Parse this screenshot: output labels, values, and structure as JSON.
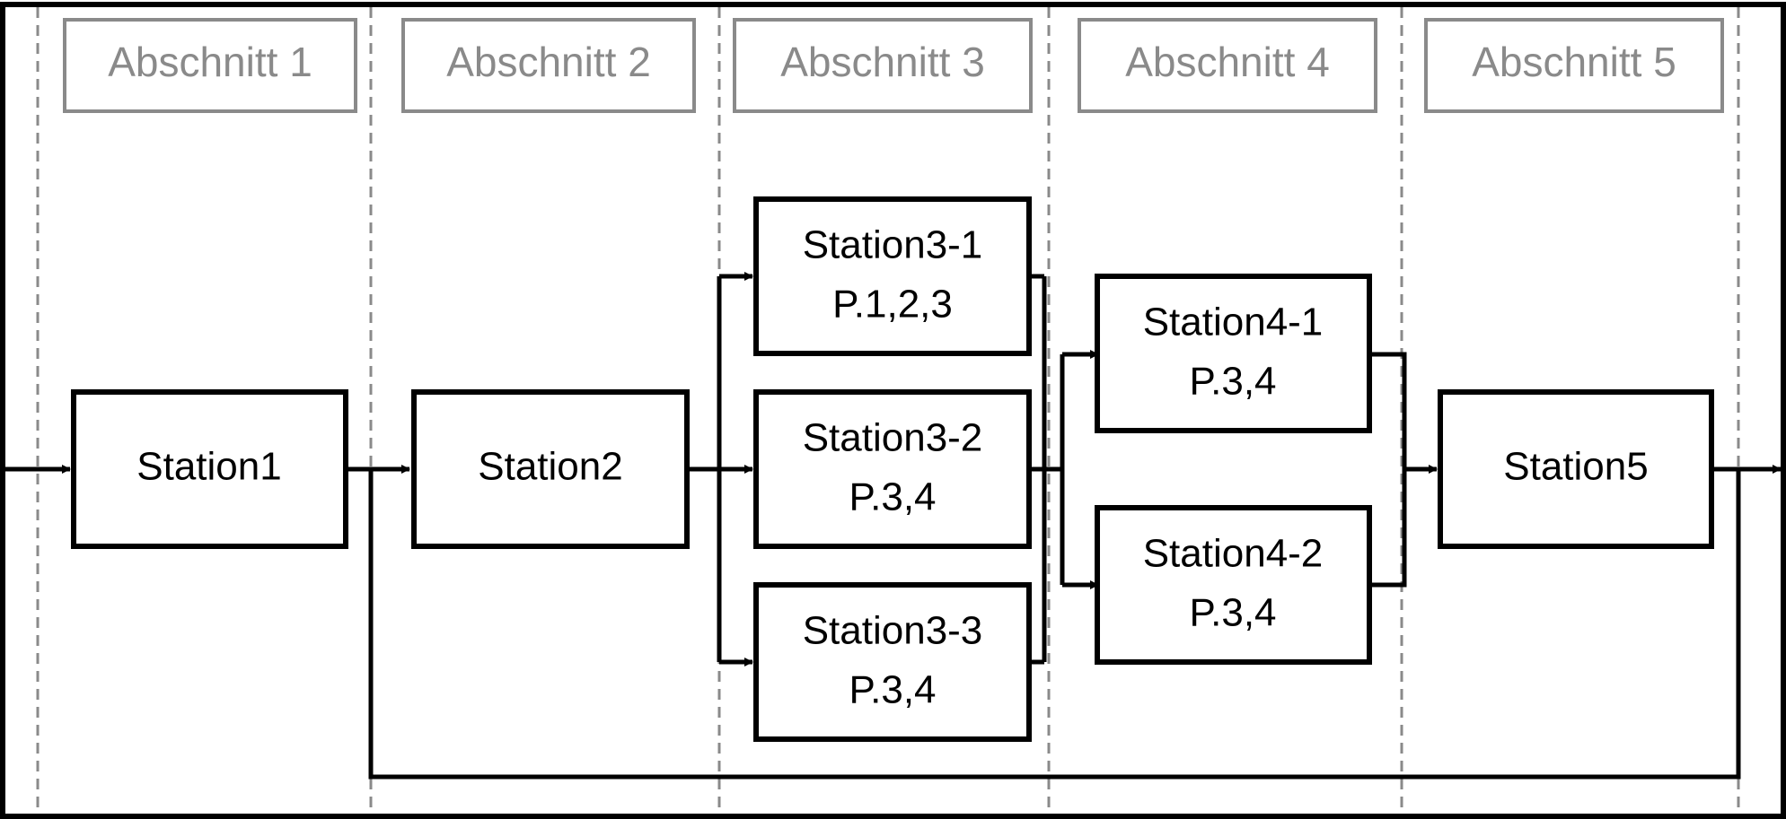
{
  "sections": [
    {
      "label": "Abschnitt 1"
    },
    {
      "label": "Abschnitt 2"
    },
    {
      "label": "Abschnitt 3"
    },
    {
      "label": "Abschnitt 4"
    },
    {
      "label": "Abschnitt 5"
    }
  ],
  "stations": {
    "s1": {
      "line1": "Station1"
    },
    "s2": {
      "line1": "Station2"
    },
    "s3_1": {
      "line1": "Station3-1",
      "line2": "P.1,2,3"
    },
    "s3_2": {
      "line1": "Station3-2",
      "line2": "P.3,4"
    },
    "s3_3": {
      "line1": "Station3-3",
      "line2": "P.3,4"
    },
    "s4_1": {
      "line1": "Station4-1",
      "line2": "P.3,4"
    },
    "s4_2": {
      "line1": "Station4-2",
      "line2": "P.3,4"
    },
    "s5": {
      "line1": "Station5"
    }
  },
  "colors": {
    "divider": "#8a8a8a",
    "section_label": "#8a8a8a",
    "box_stroke": "#000000"
  }
}
